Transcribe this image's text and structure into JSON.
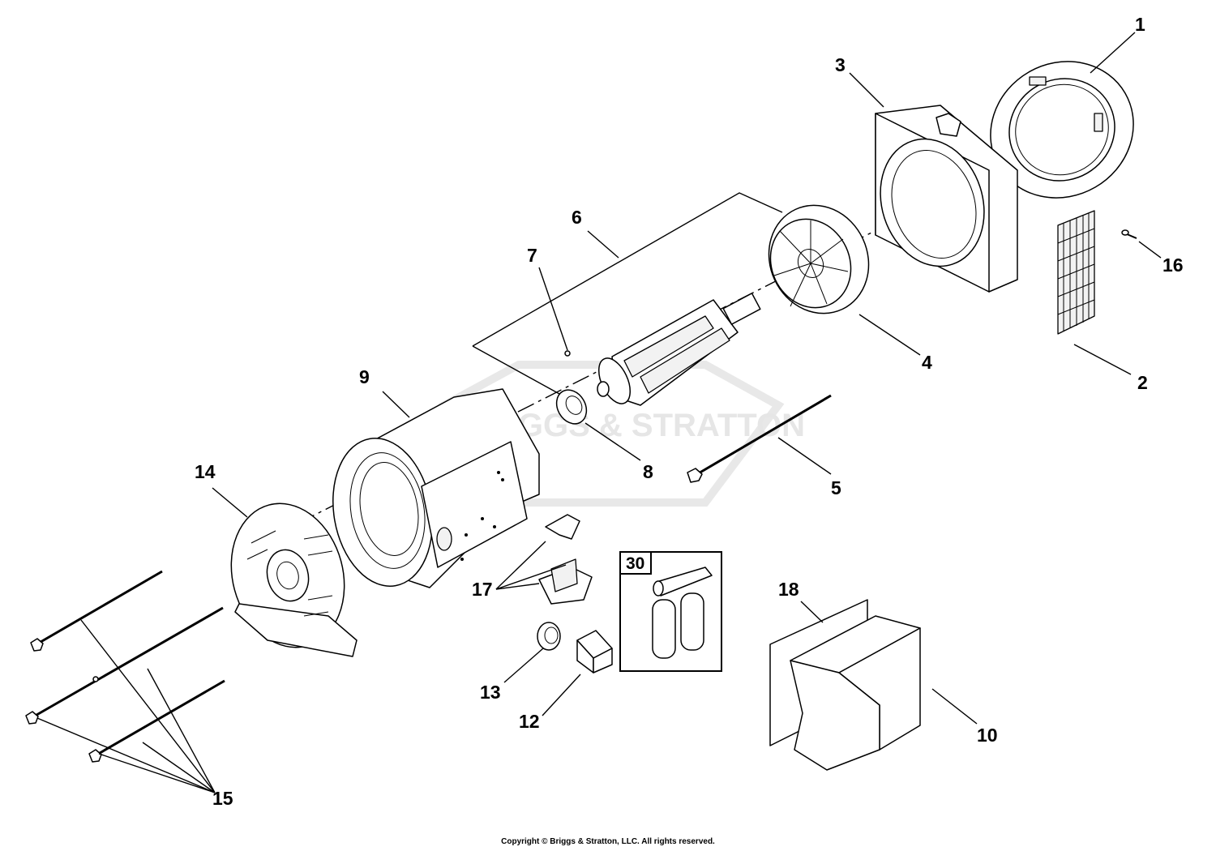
{
  "watermark": {
    "text": "BRIGGS & STRATTON"
  },
  "callouts": [
    "1",
    "2",
    "3",
    "4",
    "5",
    "6",
    "7",
    "8",
    "9",
    "10",
    "12",
    "13",
    "14",
    "15",
    "16",
    "17",
    "18"
  ],
  "kit_box": {
    "label": "30"
  },
  "copyright": "Copyright © Briggs & Stratton, LLC. All rights reserved."
}
